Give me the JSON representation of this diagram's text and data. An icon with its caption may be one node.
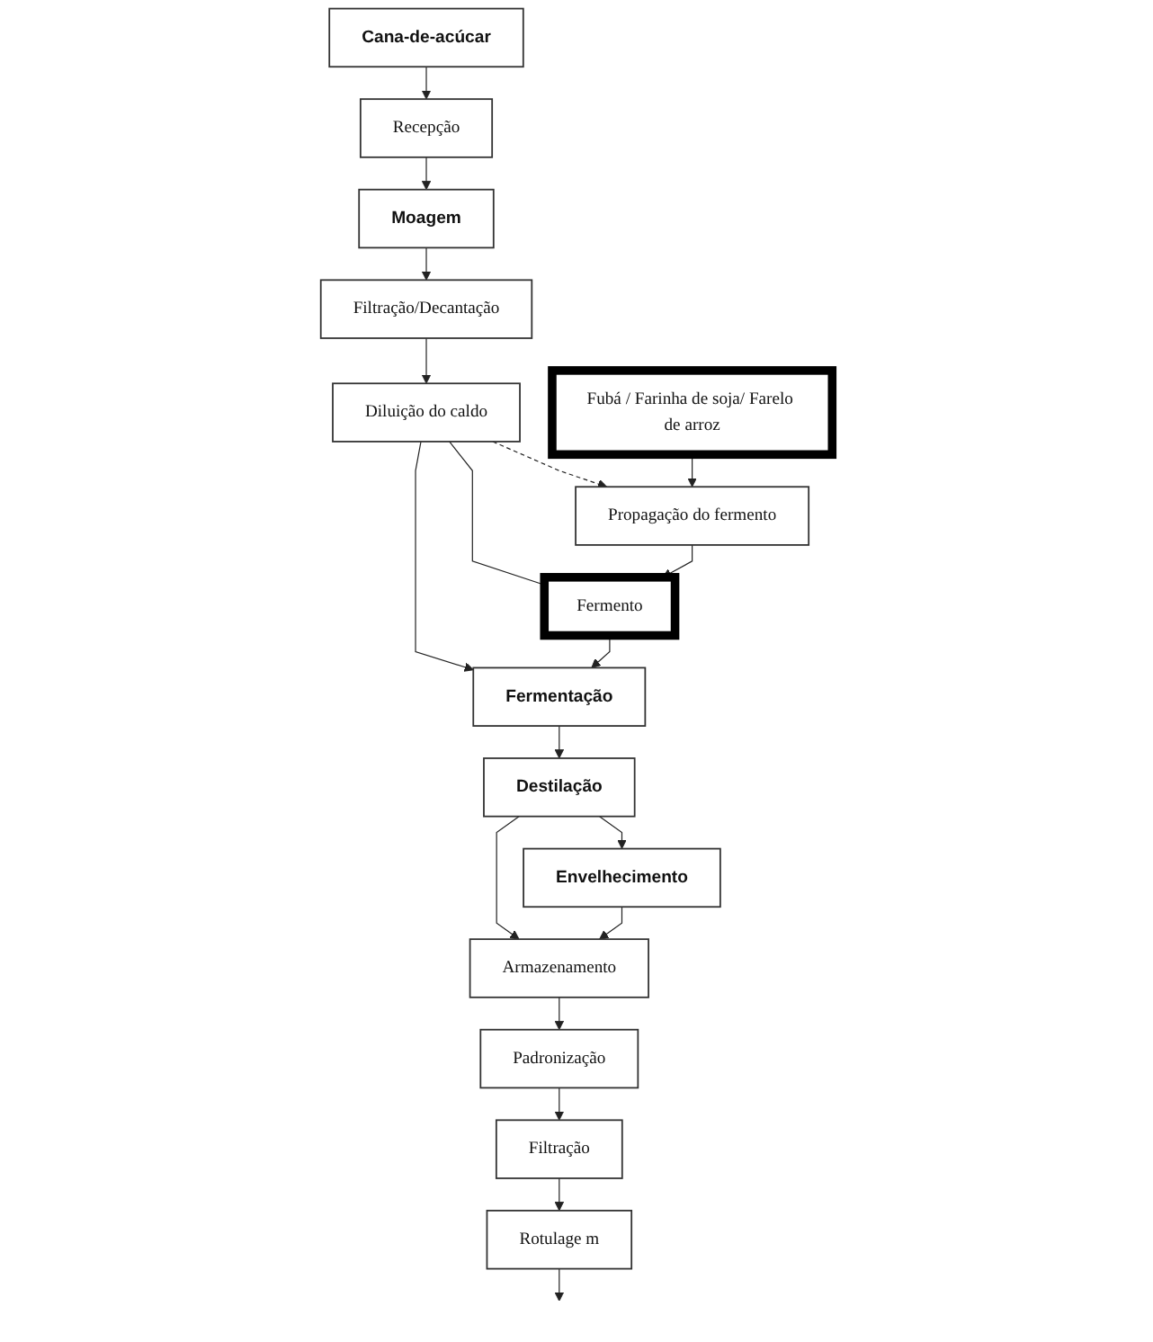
{
  "diagram": {
    "nodes": [
      {
        "text": [
          "Cana-de-acúcar"
        ]
      },
      {
        "text": [
          "Recepção"
        ]
      },
      {
        "text": [
          "Moagem"
        ]
      },
      {
        "text": [
          "Filtração/Decantação"
        ]
      },
      {
        "text": [
          "Diluição do caldo"
        ]
      },
      {
        "text": [
          "Fubá / Farinha de soja/ Farelo de arroz"
        ]
      },
      {
        "text": [
          "Propagação do fermento"
        ]
      },
      {
        "text": [
          "Fermento"
        ]
      },
      {
        "text": [
          "Fermentação"
        ]
      },
      {
        "text": [
          "Destilação"
        ]
      },
      {
        "text": [
          "Envelhecimento"
        ]
      },
      {
        "text": [
          "Armazenamento"
        ]
      },
      {
        "text": [
          "Padronização"
        ]
      },
      {
        "text": [
          "Filtração"
        ]
      },
      {
        "text": [
          "Rotulage m"
        ]
      }
    ],
    "edges": [
      {
        "from": 0,
        "to": 1,
        "arrow": "to"
      },
      {
        "from": 1,
        "to": 2,
        "arrow": "to"
      },
      {
        "from": 2,
        "to": 3,
        "arrow": "to"
      },
      {
        "from": 3,
        "to": 4,
        "arrow": "to"
      },
      {
        "from": 4,
        "to": 6,
        "arrow": "to",
        "style": "dashed"
      },
      {
        "from": 5,
        "to": 6,
        "arrow": "to"
      },
      {
        "from": 6,
        "to": 7,
        "arrow": "to"
      },
      {
        "from": 4,
        "to": 7,
        "arrow": "none"
      },
      {
        "from": 4,
        "to": 8,
        "arrow": "to"
      },
      {
        "from": 7,
        "to": 8,
        "arrow": "to"
      },
      {
        "from": 8,
        "to": 9,
        "arrow": "to"
      },
      {
        "from": 9,
        "to": 10,
        "arrow": "to"
      },
      {
        "from": 9,
        "to": 11,
        "arrow": "to"
      },
      {
        "from": 10,
        "to": 11,
        "arrow": "to"
      },
      {
        "from": 11,
        "to": 12,
        "arrow": "to"
      },
      {
        "from": 12,
        "to": 13,
        "arrow": "to"
      },
      {
        "from": 13,
        "to": 14,
        "arrow": "to"
      },
      {
        "from": 14,
        "to": null,
        "arrow": "to"
      }
    ]
  }
}
